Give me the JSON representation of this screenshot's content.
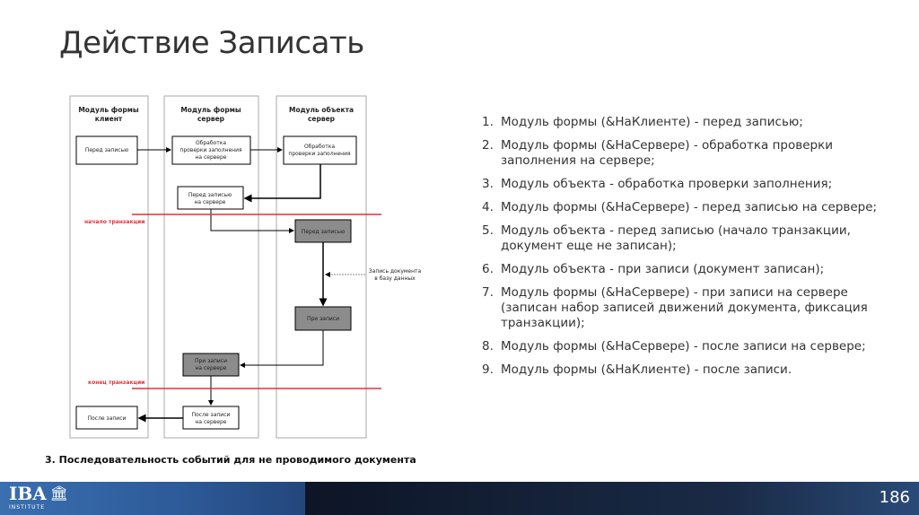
{
  "title": "Действие Записать",
  "diagram": {
    "lanes": [
      "Модуль формы",
      "клиент",
      "Модуль формы",
      "сервер",
      "Модуль объекта",
      "сервер"
    ],
    "boxes": {
      "client_before": [
        "Перед записью"
      ],
      "server_check": [
        "Обработка",
        "проверки заполнения",
        "на сервере"
      ],
      "object_check": [
        "Обработка",
        "проверки заполнения"
      ],
      "server_before": [
        "Перед записью",
        "на сервере"
      ],
      "object_before": [
        "Перед записью"
      ],
      "object_on_write": [
        "При записи"
      ],
      "server_on_write": [
        "При записи",
        "на сервере"
      ],
      "server_after": [
        "После записи",
        "на сервере"
      ],
      "client_after": [
        "После записи"
      ]
    },
    "db_note": [
      "Запись документа",
      "в базу данных"
    ],
    "transaction_start": "начало транзакции",
    "transaction_end": "конец транзакции",
    "colors": {
      "red_line": "#e0313a",
      "gray_box": "#8c8c8c"
    }
  },
  "caption": "3. Последовательность событий для не проводимого документа",
  "steps": [
    {
      "n": "1.",
      "text": "Модуль формы (&НаКлиенте) - перед записью;"
    },
    {
      "n": "2.",
      "text": "Модуль формы (&НаСервере) - обработка проверки заполнения на сервере;"
    },
    {
      "n": "3.",
      "text": "Модуль объекта - обработка проверки заполнения;"
    },
    {
      "n": "4.",
      "text": "Модуль формы (&НаСервере) - перед записью на сервере;"
    },
    {
      "n": "5.",
      "text": "Модуль объекта - перед записью (начало транзакции, документ еще не записан);"
    },
    {
      "n": "6.",
      "text": "Модуль объекта - при записи (документ записан);"
    },
    {
      "n": "7.",
      "text": "Модуль формы (&НаСервере) - при записи на сервере (записан набор записей движений документа, фиксация транзакции);"
    },
    {
      "n": "8.",
      "text": "Модуль формы (&НаСервере) - после записи на сервере;"
    },
    {
      "n": "9.",
      "text": "Модуль формы (&НаКлиенте) - после записи."
    }
  ],
  "footer": {
    "logo": "IBA",
    "logo_sub": "INSTITUTE",
    "page": "186"
  }
}
